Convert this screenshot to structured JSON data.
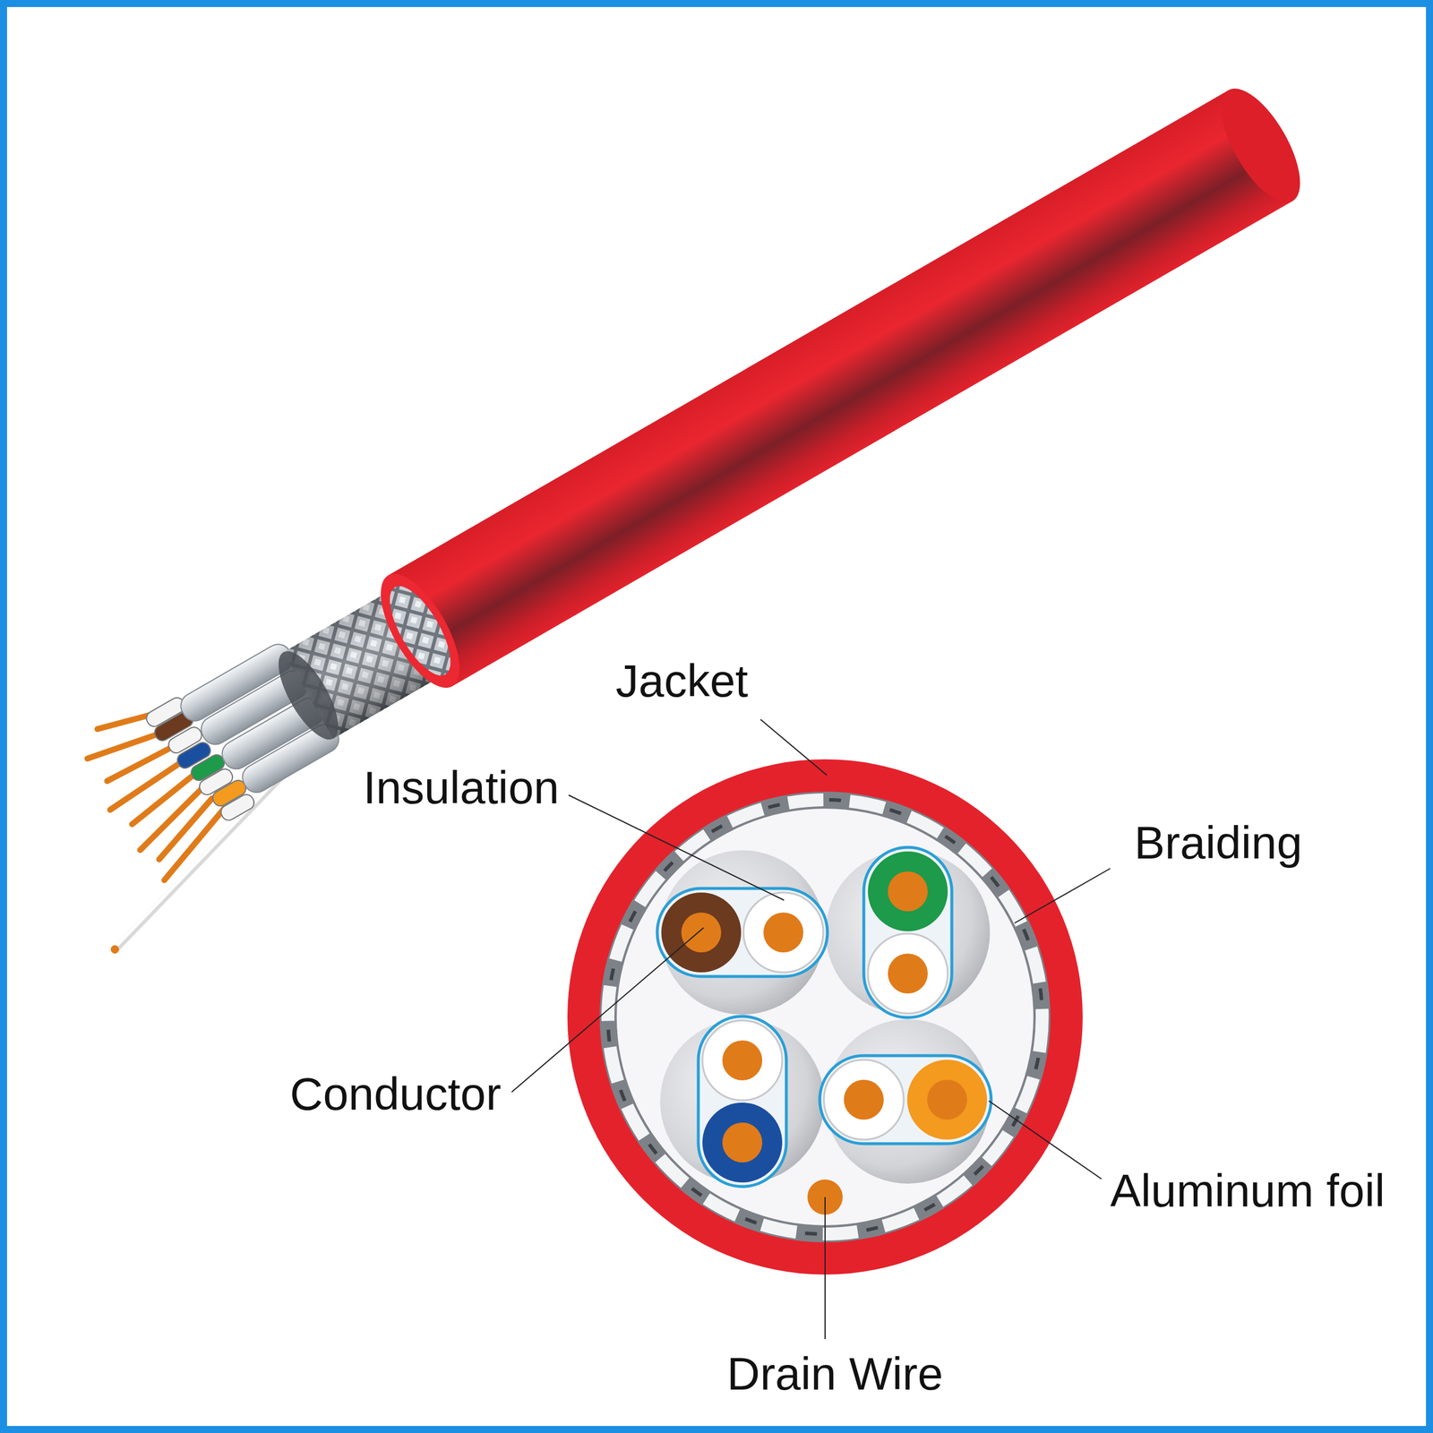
{
  "diagram": {
    "labels": [
      "Jacket",
      "Insulation",
      "Braiding",
      "Conductor",
      "Aluminum foil",
      "Drain Wire"
    ]
  }
}
